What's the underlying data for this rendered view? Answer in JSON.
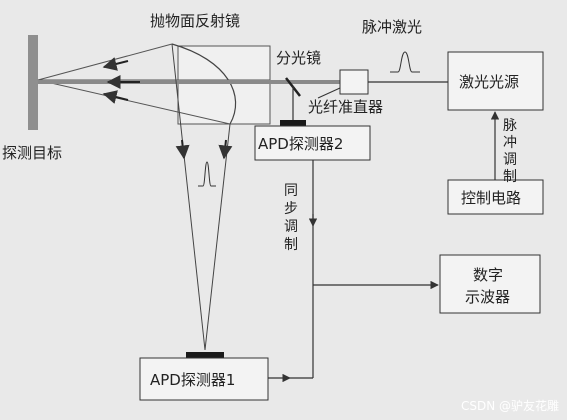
{
  "labels": {
    "parabolic_mirror": "抛物面反射镜",
    "laser_pulse": "脉冲激光",
    "beam_splitter": "分光镜",
    "laser_source": "激光光源",
    "collimator": "光纤准直器",
    "target": "探测目标",
    "pulse_modulation": [
      "脉",
      "冲",
      "调",
      "制"
    ],
    "apd2": "APD探测器2",
    "control_circuit": "控制电路",
    "sync_modulation": [
      "同",
      "步",
      "调",
      "制"
    ],
    "oscilloscope_line1": "数字",
    "oscilloscope_line2": "示波器",
    "apd1": "APD探测器1"
  },
  "watermark": "CSDN @驴友花雕",
  "colors": {
    "background": "#e9e9e9",
    "box_fill": "#f3f3f3",
    "line": "#333333",
    "beam": "#8a8a8a",
    "target": "#8f8f8f",
    "detector": "#1a1a1a"
  }
}
